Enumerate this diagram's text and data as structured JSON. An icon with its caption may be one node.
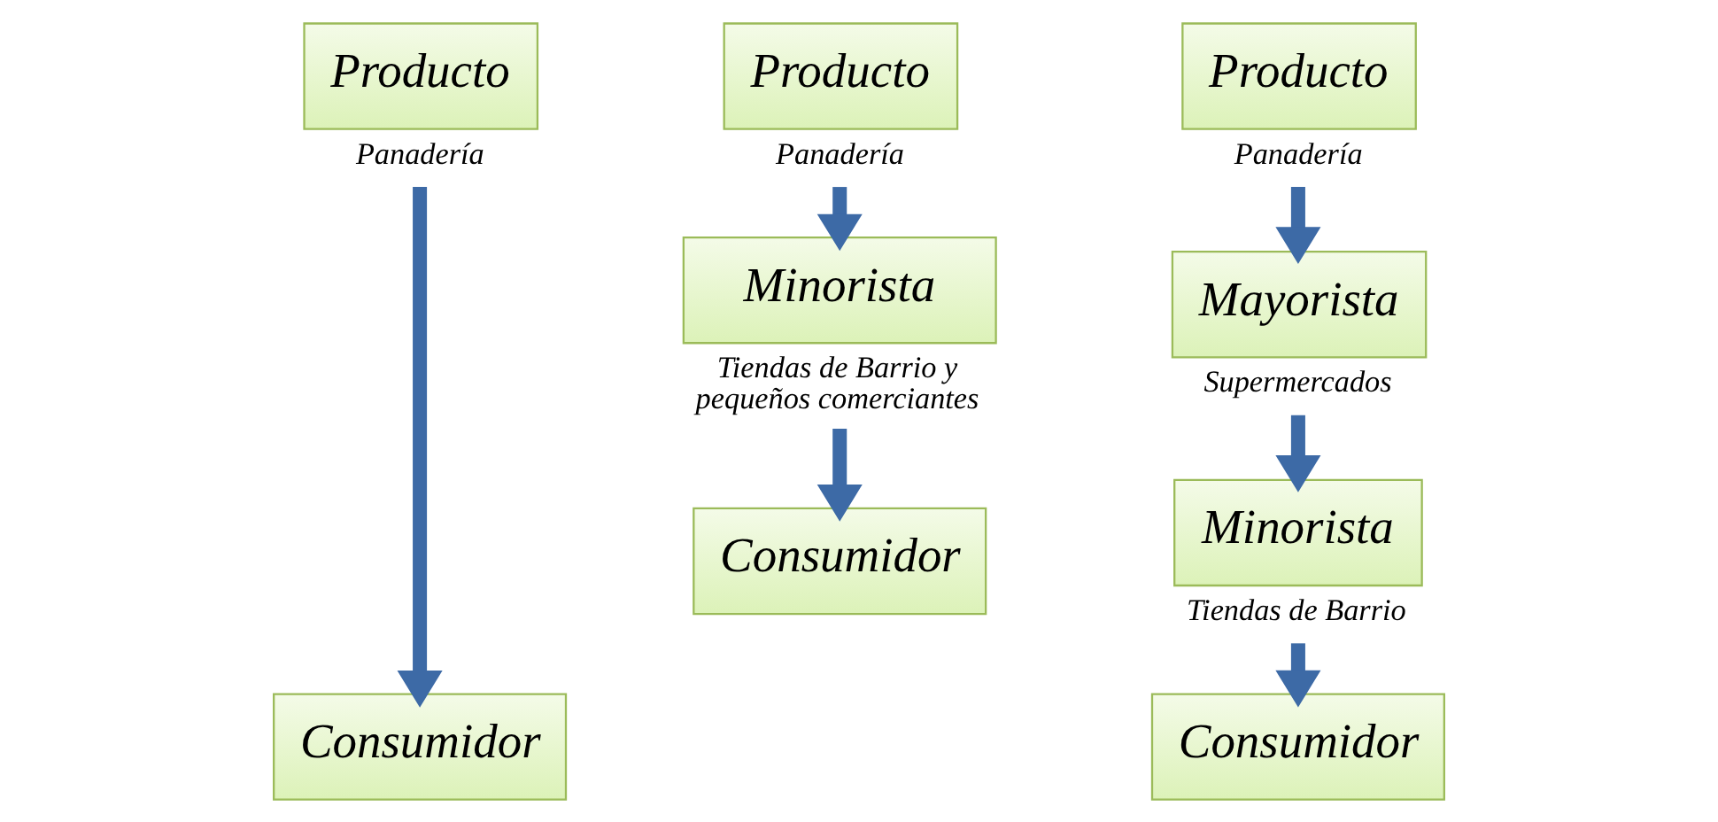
{
  "diagram": {
    "nodes": [
      {
        "text": [
          "Producto"
        ],
        "beside": [
          "Panadería"
        ]
      },
      {
        "text": [
          "Consumidor"
        ]
      },
      {
        "text": [
          "Producto"
        ],
        "beside": [
          "Panadería"
        ]
      },
      {
        "text": [
          "Minorista"
        ],
        "beside": [
          "Tiendas de Barrio y pequeños comerciantes"
        ]
      },
      {
        "text": [
          "Consumidor"
        ]
      },
      {
        "text": [
          "Producto"
        ],
        "beside": [
          "Panadería"
        ]
      },
      {
        "text": [
          "Mayorista"
        ],
        "beside": [
          "Supermercados"
        ]
      },
      {
        "text": [
          "Minorista"
        ],
        "beside": [
          "Tiendas de Barrio"
        ]
      },
      {
        "text": [
          "Consumidor"
        ]
      }
    ],
    "edges": [
      {
        "from": 0,
        "to": 1,
        "arrow": "to"
      },
      {
        "from": 2,
        "to": 3,
        "arrow": "to"
      },
      {
        "from": 3,
        "to": 4,
        "arrow": "to"
      },
      {
        "from": 5,
        "to": 6,
        "arrow": "to"
      },
      {
        "from": 6,
        "to": 7,
        "arrow": "to"
      },
      {
        "from": 7,
        "to": 8,
        "arrow": "to"
      }
    ]
  }
}
